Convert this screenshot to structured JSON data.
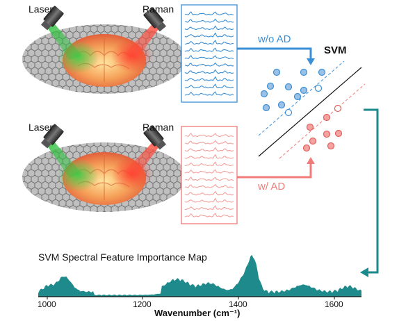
{
  "top_panel": {
    "laser_label": "Laser",
    "raman_label": "Raman",
    "group_label": "w/o AD"
  },
  "bottom_panel": {
    "laser_label": "Laser",
    "raman_label": "Raman",
    "group_label": "w/ AD"
  },
  "svm": {
    "title": "SVM"
  },
  "feature_map": {
    "title": "SVM Spectral Feature Importance Map",
    "xlabel": "Wavenumber (cm⁻¹)",
    "ticks": [
      "1000",
      "1200",
      "1400",
      "1600"
    ]
  },
  "colors": {
    "blue": "#3a8fd6",
    "red": "#f07b78",
    "teal": "#1a8a8c",
    "area": "#1f8a8c"
  }
}
